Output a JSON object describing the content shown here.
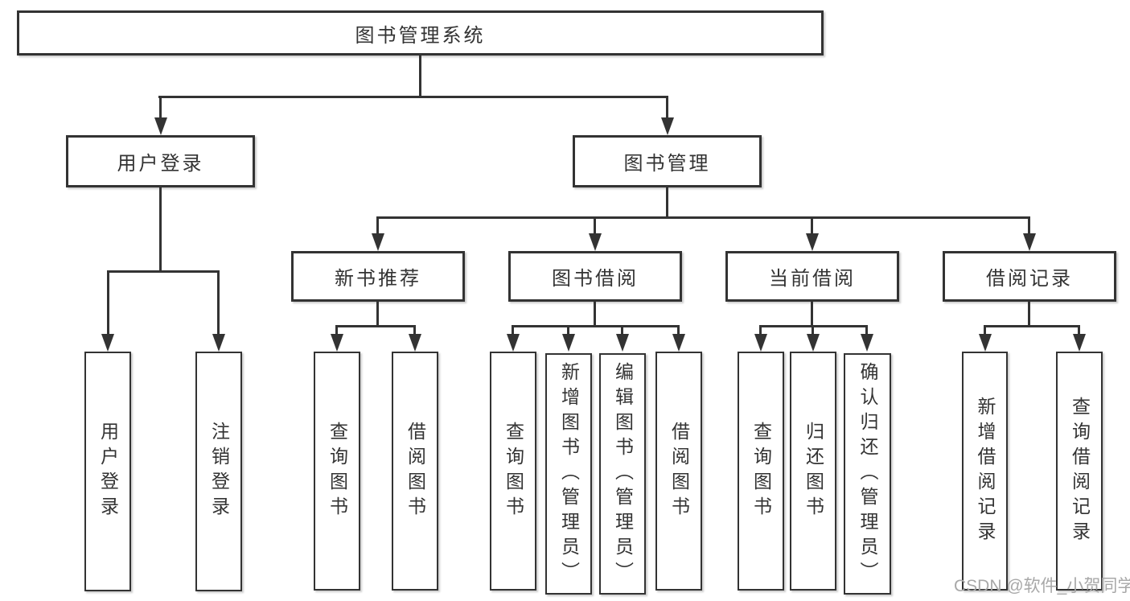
{
  "tree": {
    "label": "图书管理系统",
    "children": [
      {
        "label": "用户登录",
        "children": [
          {
            "label": "用户登录"
          },
          {
            "label": "注销登录"
          }
        ]
      },
      {
        "label": "图书管理",
        "children": [
          {
            "label": "新书推荐",
            "children": [
              {
                "label": "查询图书"
              },
              {
                "label": "借阅图书"
              }
            ]
          },
          {
            "label": "图书借阅",
            "children": [
              {
                "label": "查询图书"
              },
              {
                "label": "新增图书（管理员）"
              },
              {
                "label": "编辑图书（管理员）"
              },
              {
                "label": "借阅图书"
              }
            ]
          },
          {
            "label": "当前借阅",
            "children": [
              {
                "label": "查询图书"
              },
              {
                "label": "归还图书"
              },
              {
                "label": "确认归还（管理员）"
              }
            ]
          },
          {
            "label": "借阅记录",
            "children": [
              {
                "label": "新增借阅记录"
              },
              {
                "label": "查询借阅记录"
              }
            ]
          }
        ]
      }
    ]
  },
  "watermark": {
    "text": "CSDN @软件_小贺同学"
  },
  "colors": {
    "line": "#333333",
    "border": "#333333",
    "text": "#333333",
    "watermark": "#a8a8a8",
    "background": "#ffffff"
  }
}
